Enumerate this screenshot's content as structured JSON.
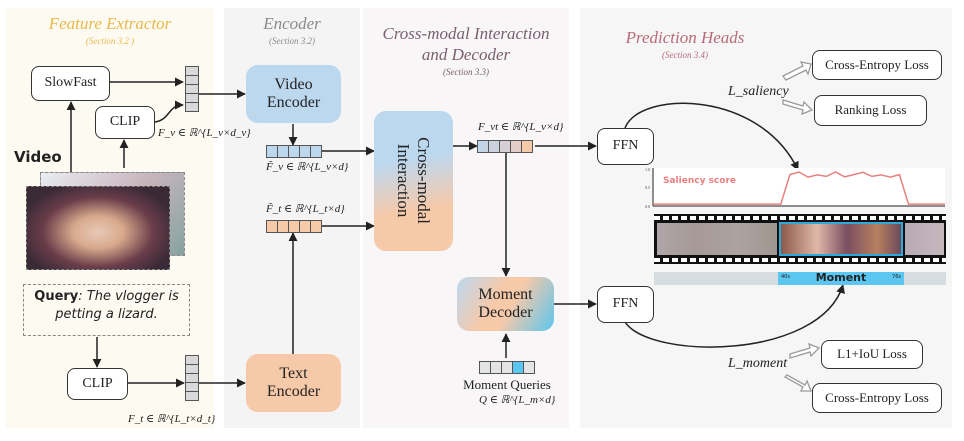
{
  "panels": {
    "feature_extractor": {
      "title": "Feature Extractor",
      "section": "(Section 3.2 )",
      "color": "#e8b94a"
    },
    "encoder": {
      "title": "Encoder",
      "section": "(Section 3.2)",
      "color": "#8a8a8a"
    },
    "cross_modal": {
      "title_line1": "Cross-modal Interaction",
      "title_line2": "and Decoder",
      "section": "(Section 3.3)",
      "color": "#7a6070"
    },
    "prediction_heads": {
      "title": "Prediction Heads",
      "section": "(Section 3.4)",
      "color": "#b56b78"
    }
  },
  "feature_extractor": {
    "slowfast_label": "SlowFast",
    "clip_video_label": "CLIP",
    "clip_text_label": "CLIP",
    "video_label": "Video",
    "video_feature_label": "F_v ∈ ℝ^{L_v×d_v}",
    "text_feature_label": "F_t ∈ ℝ^{L_t×d_t}",
    "query_bold": "Query",
    "query_text": ": The vlogger is petting a lizard."
  },
  "encoder": {
    "video_encoder_line1": "Video",
    "video_encoder_line2": "Encoder",
    "text_encoder_line1": "Text",
    "text_encoder_line2": "Encoder",
    "video_out_label": "F̃_v ∈ ℝ^{L_v×d}",
    "text_out_label": "F̃_t ∈ ℝ^{L_t×d}",
    "video_color": "#bcd8ef",
    "text_color": "#f6c9a9"
  },
  "cross_modal": {
    "interaction_line1": "Cross-modal",
    "interaction_line2": "Interaction",
    "fused_label": "F_vt ∈ ℝ^{L_v×d}",
    "decoder_line1": "Moment",
    "decoder_line2": "Decoder",
    "queries_label": "Moment Queries",
    "queries_math": "Q ∈ ℝ^{L_m×d}",
    "highlight_color": "#5bc6ef"
  },
  "prediction_heads": {
    "ffn_top": "FFN",
    "ffn_bottom": "FFN",
    "saliency_loss_label": "L_saliency",
    "moment_loss_label": "L_moment",
    "saliency_losses": [
      "Cross-Entropy Loss",
      "Ranking Loss"
    ],
    "moment_losses": [
      "L1+IoU Loss",
      "Cross-Entropy Loss"
    ],
    "moment_bar": {
      "label": "Moment",
      "start": "40s",
      "end": "76s"
    }
  },
  "chart_data": {
    "type": "line",
    "title": "Saliency score",
    "xlabel": "",
    "ylabel": "",
    "yticks": [
      "0.0",
      "0.5",
      "1.0"
    ],
    "ylim": [
      0,
      1
    ],
    "color": "#e88080",
    "x": [
      0,
      1,
      2,
      3,
      4,
      5,
      6,
      7,
      8,
      9,
      10,
      11,
      12,
      13,
      14,
      15,
      16,
      17,
      18,
      19,
      20,
      21,
      22,
      23,
      24,
      25,
      26,
      27,
      28,
      29,
      30,
      31,
      32
    ],
    "values": [
      0.05,
      0.05,
      0.05,
      0.05,
      0.05,
      0.05,
      0.05,
      0.05,
      0.05,
      0.05,
      0.05,
      0.05,
      0.05,
      0.05,
      0.05,
      0.85,
      0.92,
      0.78,
      0.84,
      0.8,
      0.92,
      0.79,
      0.85,
      0.91,
      0.8,
      0.84,
      0.78,
      0.85,
      0.05,
      0.05,
      0.05,
      0.05,
      0.05
    ]
  }
}
